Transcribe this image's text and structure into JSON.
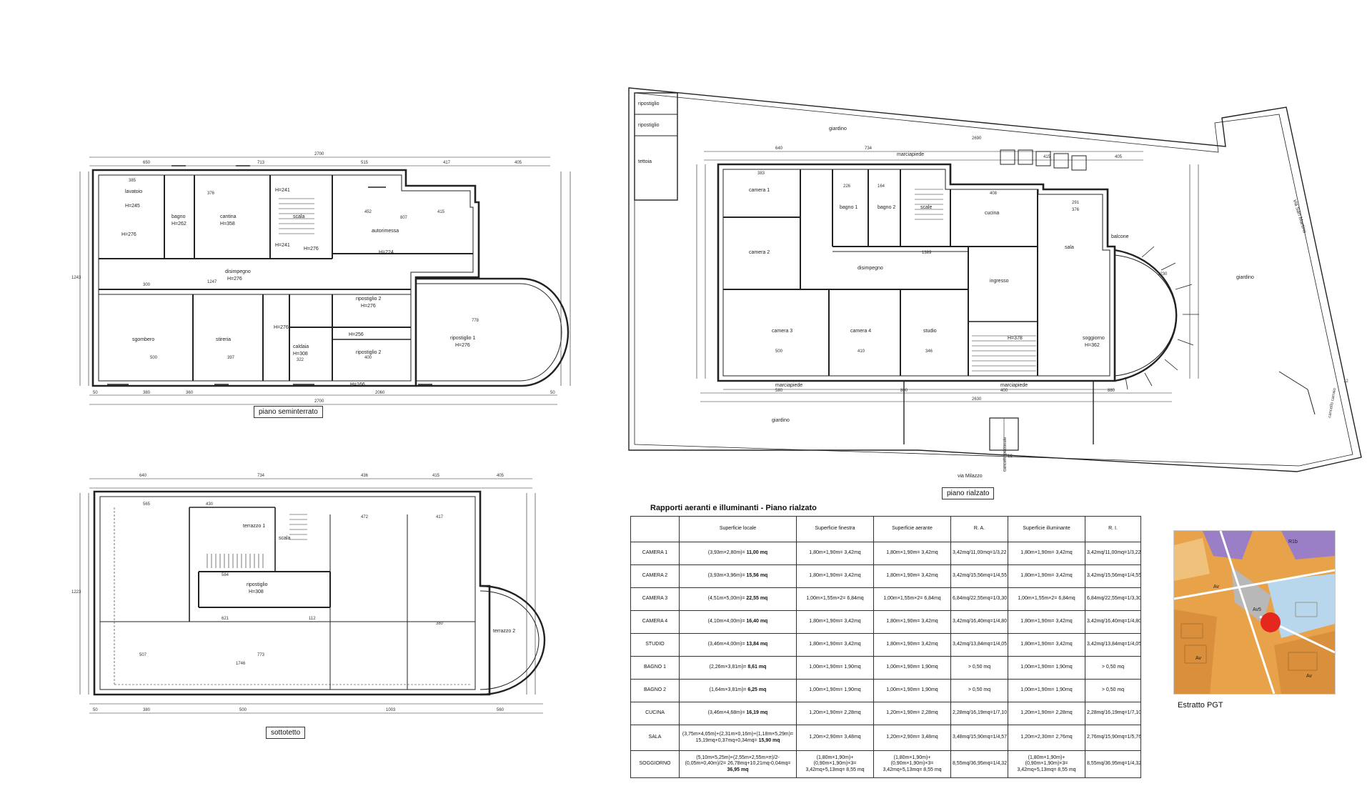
{
  "plans": {
    "seminterrato": {
      "title": "piano seminterrato",
      "rooms": [
        "lavatoio",
        "H=245",
        "H=276",
        "bagno",
        "H=262",
        "cantina",
        "H=358",
        "scala",
        "H=241",
        "H=241",
        "H=276",
        "autorimessa",
        "H=224",
        "disimpegno",
        "H=276",
        "sgombero",
        "stireria",
        "H=276",
        "caldaia",
        "H=308",
        "ripostiglio 2",
        "H=276",
        "ripostiglio 2",
        "H=256",
        "ripostiglio 1",
        "H=276",
        "H=166"
      ],
      "dims": [
        "2700",
        "650",
        "713",
        "515",
        "417",
        "405",
        "1243",
        "1247",
        "778",
        "360",
        "2060",
        "2700",
        "385",
        "376",
        "452",
        "807",
        "415",
        "300",
        "500",
        "397",
        "322",
        "400",
        "380",
        "50",
        "50"
      ]
    },
    "sottotetto": {
      "title": "sottotetto",
      "rooms": [
        "terrazzo 1",
        "scala",
        "ripostiglio",
        "H=308",
        "terrazzo 2"
      ],
      "dims": [
        "640",
        "734",
        "436",
        "415",
        "405",
        "565",
        "430",
        "472",
        "417",
        "584",
        "621",
        "112",
        "380",
        "507",
        "773",
        "1746",
        "1003",
        "380",
        "500",
        "560",
        "50",
        "1223"
      ]
    },
    "rialzato": {
      "title": "piano rialzato",
      "rooms": [
        "ripostiglio",
        "ripostiglio",
        "tettoia",
        "giardino",
        "camera 1",
        "camera 2",
        "camera 3",
        "bagno 1",
        "bagno 2",
        "scale",
        "cucina",
        "sala",
        "balcone",
        "disimpegno",
        "ingresso",
        "camera 4",
        "studio",
        "soggiorno",
        "H=362",
        "H=378",
        "marciapiede",
        "marciapiede",
        "marciapiede",
        "giardino",
        "giardino",
        "via San Martino",
        "via Milazzo",
        "cancello pedonale",
        "cancello carraio"
      ],
      "dims": [
        "640",
        "734",
        "2690",
        "415",
        "405",
        "383",
        "226",
        "164",
        "408",
        "291",
        "376",
        "500",
        "410",
        "346",
        "580",
        "800",
        "400",
        "880",
        "2630",
        "1389",
        "12",
        "12",
        "1230"
      ]
    }
  },
  "table": {
    "title": "Rapporti aeranti e illuminanti - Piano rialzato",
    "headers": [
      "",
      "Superficie locale",
      "Superficie finestra",
      "Superficie aerante",
      "R. A.",
      "Superficie illuminante",
      "R. I."
    ],
    "rows": [
      {
        "name": "CAMERA 1",
        "sup_locale_pre": "(3,93m×2,80m)= ",
        "sup_locale_val": "11,00 mq",
        "finestra": "1,80m×1,90m= 3,42mq",
        "aerante": "1,80m×1,90m= 3,42mq",
        "ra": "3,42mq/11,00mq=1/3,22",
        "illuminante": "1,80m×1,90m= 3,42mq",
        "ri": "3,42mq/11,00mq=1/3,22"
      },
      {
        "name": "CAMERA 2",
        "sup_locale_pre": "(3,93m×3,96m)= ",
        "sup_locale_val": "15,56 mq",
        "finestra": "1,80m×1,90m= 3,42mq",
        "aerante": "1,80m×1,90m= 3,42mq",
        "ra": "3,42mq/15,56mq=1/4,55",
        "illuminante": "1,80m×1,90m= 3,42mq",
        "ri": "3,42mq/15,56mq=1/4,55"
      },
      {
        "name": "CAMERA 3",
        "sup_locale_pre": "(4,51m×5,00m)= ",
        "sup_locale_val": "22,55 mq",
        "finestra": "1,00m×1,55m×2= 6,84mq",
        "aerante": "1,00m×1,55m×2= 6,84mq",
        "ra": "6,84mq/22,55mq=1/3,30",
        "illuminante": "1,00m×1,55m×2= 6,84mq",
        "ri": "6,84mq/22,55mq=1/3,30"
      },
      {
        "name": "CAMERA 4",
        "sup_locale_pre": "(4,10m×4,00m)= ",
        "sup_locale_val": "16,40 mq",
        "finestra": "1,80m×1,90m= 3,42mq",
        "aerante": "1,80m×1,90m= 3,42mq",
        "ra": "3,42mq/16,40mq=1/4,80",
        "illuminante": "1,80m×1,90m= 3,42mq",
        "ri": "3,42mq/16,40mq=1/4,80"
      },
      {
        "name": "STUDIO",
        "sup_locale_pre": "(3,46m×4,00m)= ",
        "sup_locale_val": "13,84 mq",
        "finestra": "1,80m×1,90m= 3,42mq",
        "aerante": "1,80m×1,90m= 3,42mq",
        "ra": "3,42mq/13,84mq=1/4,05",
        "illuminante": "1,80m×1,90m= 3,42mq",
        "ri": "3,42mq/13,84mq=1/4,05"
      },
      {
        "name": "BAGNO 1",
        "sup_locale_pre": "(2,26m×3,81m)= ",
        "sup_locale_val": "8,61 mq",
        "finestra": "1,00m×1,90m= 1,90mq",
        "aerante": "1,00m×1,90m= 1,90mq",
        "ra": "> 0,50 mq",
        "illuminante": "1,00m×1,90m= 1,90mq",
        "ri": "> 0,50 mq"
      },
      {
        "name": "BAGNO 2",
        "sup_locale_pre": "(1,64m×3,81m)= ",
        "sup_locale_val": "6,25 mq",
        "finestra": "1,00m×1,90m= 1,90mq",
        "aerante": "1,00m×1,90m= 1,90mq",
        "ra": "> 0,50 mq",
        "illuminante": "1,00m×1,90m= 1,90mq",
        "ri": "> 0,50 mq"
      },
      {
        "name": "CUCINA",
        "sup_locale_pre": "(3,46m×4,68m)= ",
        "sup_locale_val": "16,19 mq",
        "finestra": "1,20m×1,90m= 2,28mq",
        "aerante": "1,20m×1,90m= 2,28mq",
        "ra": "2,28mq/16,19mq=1/7,10",
        "illuminante": "1,20m×1,90m= 2,28mq",
        "ri": "2,28mq/16,19mq=1/7,10"
      },
      {
        "name": "SALA",
        "sup_locale_pre": "(3,75m×4,05m)+(2,31m×0,16m)+(1,18m×5,29m)= 15,19mq+0,37mq+0,34mq= ",
        "sup_locale_val": "15,90 mq",
        "finestra": "1,20m×2,90m= 3,48mq",
        "aerante": "1,20m×2,90m= 3,48mq",
        "ra": "3,48mq/15,90mq=1/4,57",
        "illuminante": "1,20m×2,30m= 2,76mq",
        "ri": "2,76mq/15,90mq=1/5,76"
      },
      {
        "name": "SOGGIORNO",
        "sup_locale_pre": "(5,10m×5,25m)+(2,55m×2,55m×π)/2-(0,05m×0,40m)/2= 26,78mq+10,21mq-0,04mq= ",
        "sup_locale_val": "36,95 mq",
        "finestra": "(1,80m×1,90m)+(0,90m×1,90m)×3= 3,42mq+5,13mq= 8,55 mq",
        "aerante": "(1,80m×1,90m)+(0,90m×1,90m)×3= 3,42mq+5,13mq= 8,55 mq",
        "ra": "8,55mq/36,95mq=1/4,32",
        "illuminante": "(1,80m×1,90m)+(0,90m×1,90m)×3= 3,42mq+5,13mq= 8,55 mq",
        "ri": "8,55mq/36,95mq=1/4,32"
      }
    ]
  },
  "pgt": {
    "title": "Estratto PGT",
    "labels": [
      "R1b",
      "Av",
      "Av5",
      "Av",
      "Av"
    ],
    "colors": {
      "orange": "#e8a24a",
      "purple": "#9a7fc6",
      "blue": "#b8d6ec",
      "gray": "#b8b8b8",
      "marker": "#e5281e"
    }
  }
}
